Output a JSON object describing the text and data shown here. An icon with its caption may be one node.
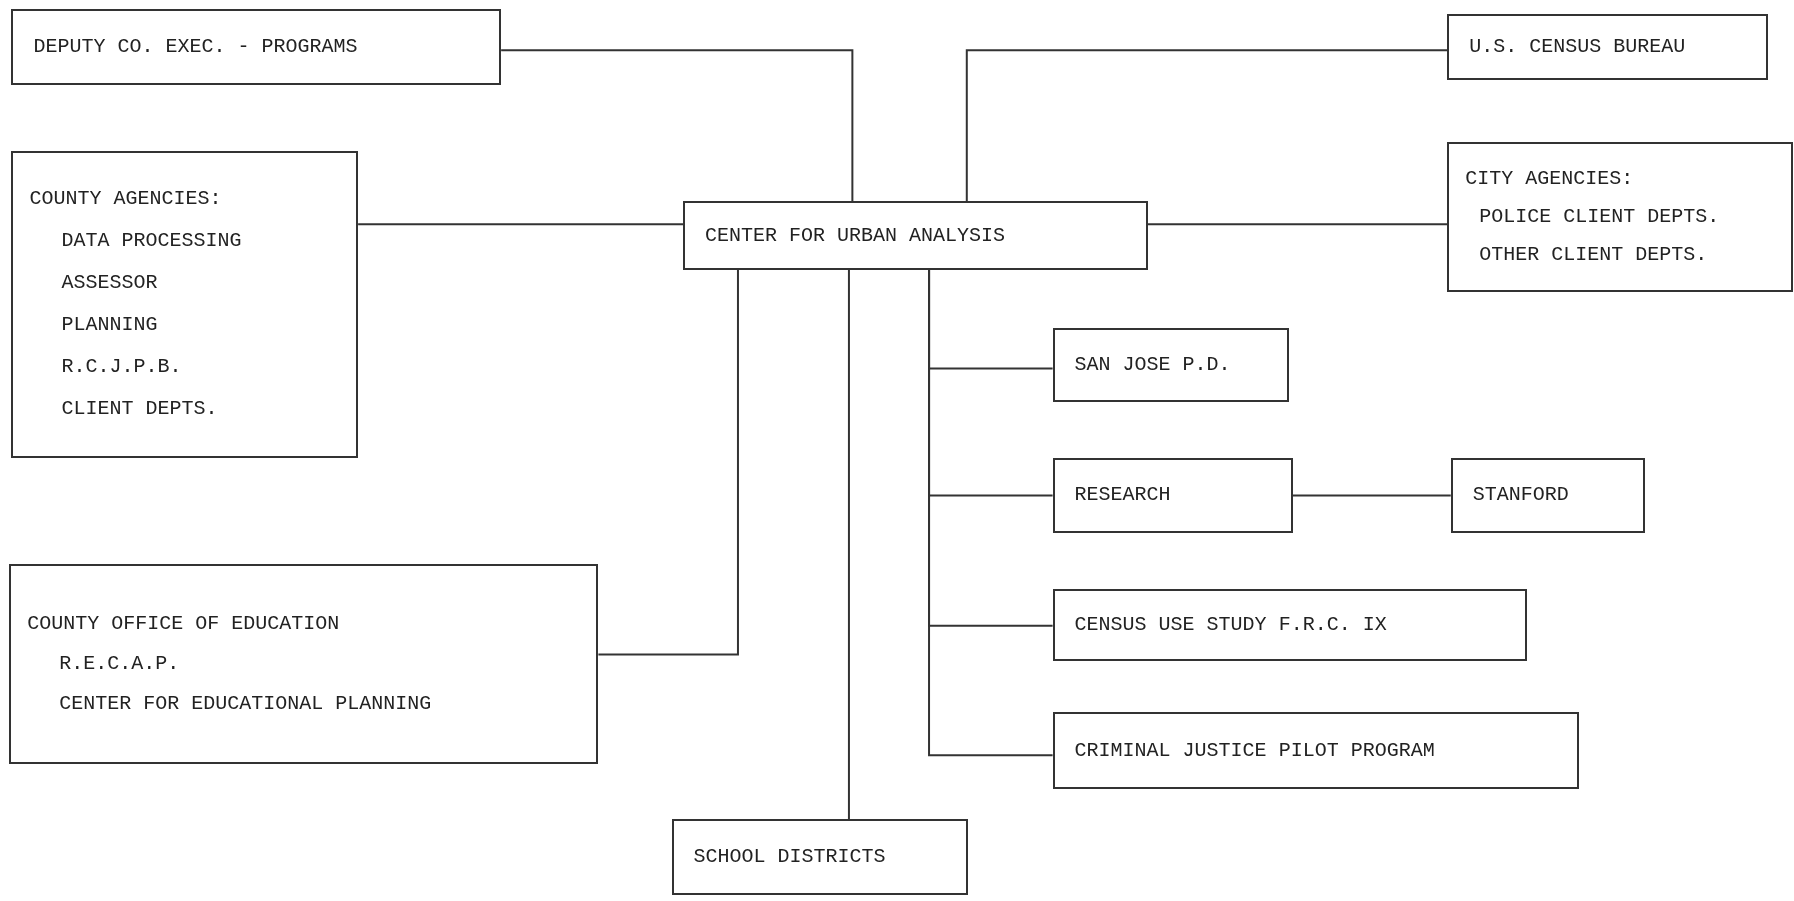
{
  "diagram": {
    "nodes": [
      {
        "text": [
          "DEPUTY CO. EXEC. - PROGRAMS"
        ]
      },
      {
        "text": [
          "U.S. CENSUS BUREAU"
        ]
      },
      {
        "text": [
          "COUNTY AGENCIES:",
          "DATA PROCESSING",
          "ASSESSOR",
          "PLANNING",
          "R.C.J.P.B.",
          "CLIENT DEPTS."
        ]
      },
      {
        "text": [
          "CENTER FOR URBAN ANALYSIS"
        ]
      },
      {
        "text": [
          "CITY AGENCIES:",
          "POLICE CLIENT DEPTS.",
          "OTHER CLIENT DEPTS."
        ]
      },
      {
        "text": [
          "SAN JOSE P.D."
        ]
      },
      {
        "text": [
          "RESEARCH"
        ]
      },
      {
        "text": [
          "STANFORD"
        ]
      },
      {
        "text": [
          "CENSUS USE STUDY F.R.C. IX"
        ]
      },
      {
        "text": [
          "COUNTY OFFICE OF EDUCATION",
          "R.E.C.A.P.",
          "CENTER FOR EDUCATIONAL PLANNING"
        ]
      },
      {
        "text": [
          "CRIMINAL JUSTICE PILOT PROGRAM"
        ]
      },
      {
        "text": [
          "SCHOOL DISTRICTS"
        ]
      }
    ],
    "edges": [
      {
        "from": 0,
        "to": 3,
        "arrow": "none"
      },
      {
        "from": 3,
        "to": 1,
        "arrow": "none"
      },
      {
        "from": 2,
        "to": 3,
        "arrow": "none"
      },
      {
        "from": 3,
        "to": 4,
        "arrow": "none"
      },
      {
        "from": 3,
        "to": 5,
        "arrow": "none"
      },
      {
        "from": 3,
        "to": 6,
        "arrow": "none"
      },
      {
        "from": 3,
        "to": 8,
        "arrow": "none"
      },
      {
        "from": 3,
        "to": 10,
        "arrow": "none"
      },
      {
        "from": 6,
        "to": 7,
        "arrow": "none"
      },
      {
        "from": 3,
        "to": 9,
        "arrow": "none"
      },
      {
        "from": 3,
        "to": 11,
        "arrow": "none"
      }
    ]
  }
}
